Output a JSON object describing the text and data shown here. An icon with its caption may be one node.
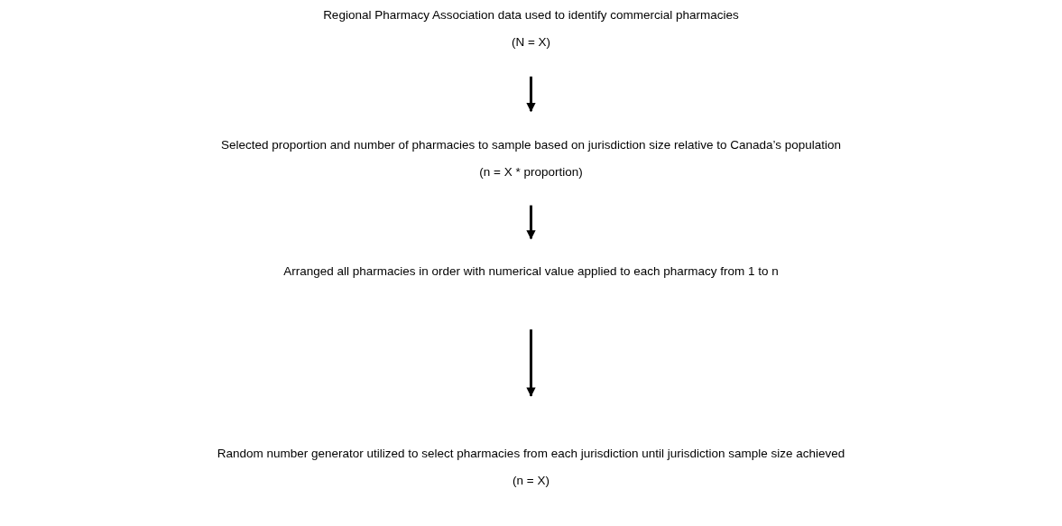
{
  "diagram": {
    "nodes": [
      {
        "text": [
          "Regional Pharmacy Association data used to identify commercial pharmacies",
          "(N = X)"
        ]
      },
      {
        "text": [
          "Selected proportion and number of pharmacies to sample based on jurisdiction size relative to Canada’s population",
          "(n = X * proportion)"
        ]
      },
      {
        "text": [
          "Arranged all pharmacies in order with numerical value applied to each pharmacy from 1 to n"
        ]
      },
      {
        "text": [
          "Random number generator utilized to select pharmacies from each jurisdiction until jurisdiction sample size achieved",
          "(n = X)"
        ]
      }
    ],
    "edges": [
      {
        "from": 0,
        "to": 1,
        "arrow": "to"
      },
      {
        "from": 1,
        "to": 2,
        "arrow": "to"
      },
      {
        "from": 2,
        "to": 3,
        "arrow": "to"
      }
    ]
  }
}
